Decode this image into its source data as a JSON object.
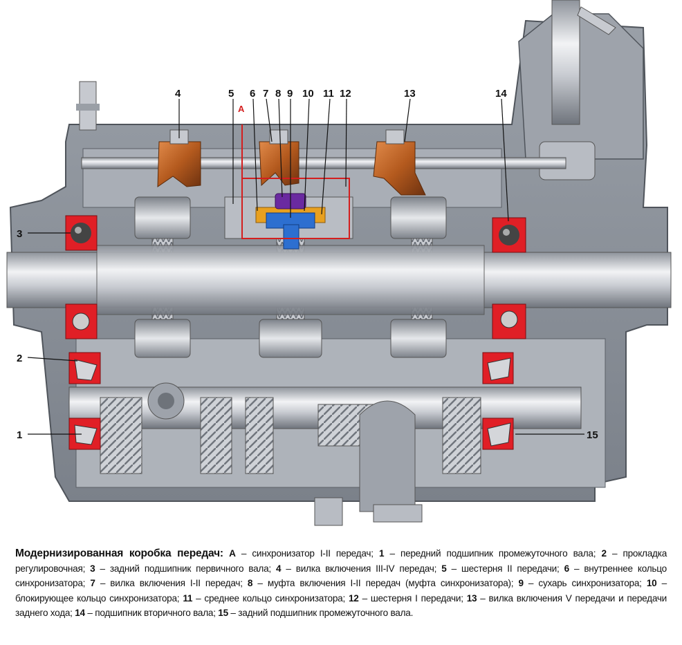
{
  "figure": {
    "callouts": [
      "1",
      "2",
      "3",
      "4",
      "5",
      "6",
      "7",
      "8",
      "9",
      "10",
      "11",
      "12",
      "13",
      "14",
      "15"
    ],
    "section_marker": "A",
    "colors": {
      "housing_outer": "#8c929c",
      "housing_inner": "#b8bdc5",
      "shaft": "#d8dbe0",
      "bearing_red": "#e01f26",
      "fork_copper": "#b45a1e",
      "synchro_blue": "#2d6fd0",
      "synchro_purple": "#6a2aa0",
      "synchro_orange": "#e8a020",
      "highlight_frame": "#d41e1e"
    }
  },
  "caption": {
    "title": "Модернизированная коробка передач:",
    "entries": [
      {
        "key": "А",
        "text": "синхронизатор I-II передач;"
      },
      {
        "key": "1",
        "text": "передний подшипник промежуточного вала;"
      },
      {
        "key": "2",
        "text": "прокладка регулировочная;"
      },
      {
        "key": "3",
        "text": "задний подшипник первичного вала;"
      },
      {
        "key": "4",
        "text": "вилка включения III-IV передач;"
      },
      {
        "key": "5",
        "text": "шестерня II передачи;"
      },
      {
        "key": "6",
        "text": "внутреннее кольцо синхронизатора;"
      },
      {
        "key": "7",
        "text": "вилка включения I-II передач;"
      },
      {
        "key": "8",
        "text": "муфта включения I-II передач (муфта синхронизатора);"
      },
      {
        "key": "9",
        "text": "сухарь синхронизатора;"
      },
      {
        "key": "10",
        "text": "блокирующее кольцо синхронизатора;"
      },
      {
        "key": "11",
        "text": "среднее кольцо синхронизатора;"
      },
      {
        "key": "12",
        "text": "шестерня I передачи;"
      },
      {
        "key": "13",
        "text": "вилка включения V передачи и передачи заднего хода;"
      },
      {
        "key": "14",
        "text": "подшипник вторичного вала;"
      },
      {
        "key": "15",
        "text": "задний подшипник промежуточного вала."
      }
    ]
  }
}
